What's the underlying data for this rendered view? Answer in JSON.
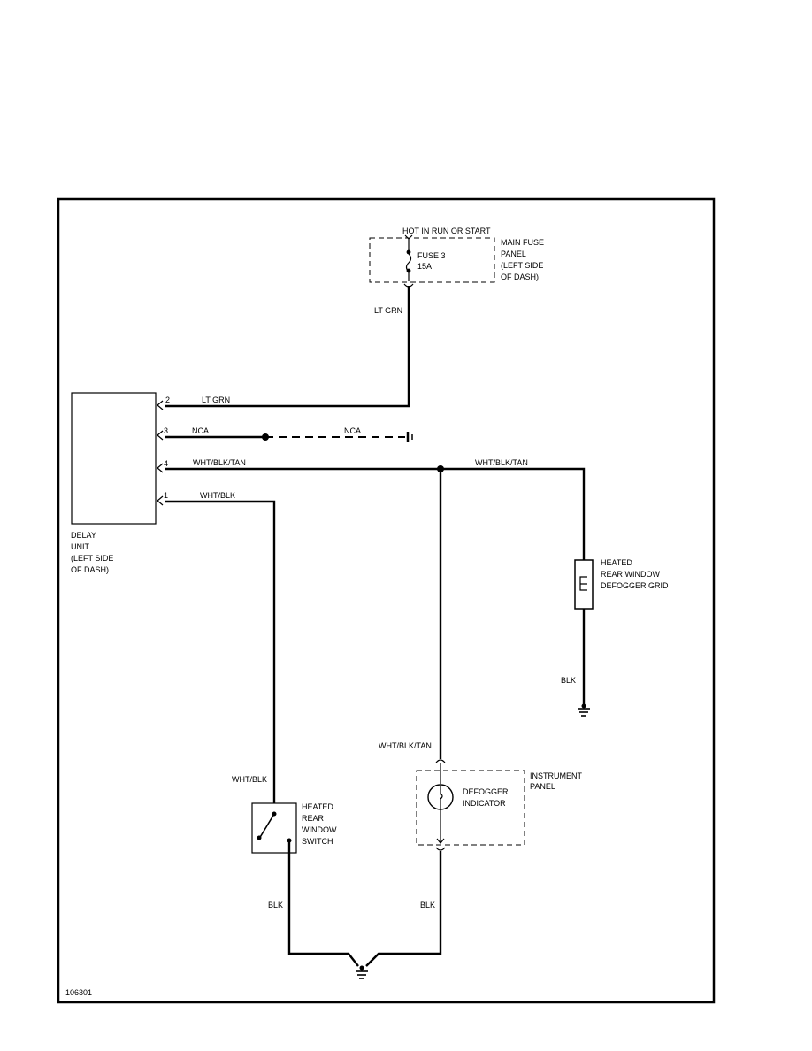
{
  "figure_id": "106301",
  "power": {
    "source_label": "HOT IN RUN OR START",
    "fuse_label": "FUSE 3",
    "fuse_rating": "15A",
    "panel_label_lines": [
      "MAIN FUSE",
      "PANEL",
      "(LEFT SIDE",
      "OF DASH)"
    ]
  },
  "delay_unit": {
    "label_lines": [
      "DELAY",
      "UNIT",
      "(LEFT SIDE",
      "OF DASH)"
    ],
    "pins": [
      "2",
      "3",
      "4",
      "1"
    ]
  },
  "wires": {
    "lt_grn_vertical": "LT GRN",
    "lt_grn_pin2": "LT GRN",
    "nca_pin3": "NCA",
    "nca_mid": "NCA",
    "wht_blk_tan_pin4": "WHT/BLK/TAN",
    "wht_blk_tan_right": "WHT/BLK/TAN",
    "wht_blk_pin1": "WHT/BLK",
    "wht_blk_switch": "WHT/BLK",
    "wht_blk_tan_indicator": "WHT/BLK/TAN",
    "blk_grid": "BLK",
    "blk_switch": "BLK",
    "blk_indicator": "BLK"
  },
  "grid": {
    "label_lines": [
      "HEATED",
      "REAR WINDOW",
      "DEFOGGER GRID"
    ]
  },
  "switch": {
    "label_lines": [
      "HEATED",
      "REAR",
      "WINDOW",
      "SWITCH"
    ]
  },
  "indicator": {
    "label_lines": [
      "DEFOGGER",
      "INDICATOR"
    ],
    "panel_label_lines": [
      "INSTRUMENT",
      "PANEL"
    ]
  }
}
